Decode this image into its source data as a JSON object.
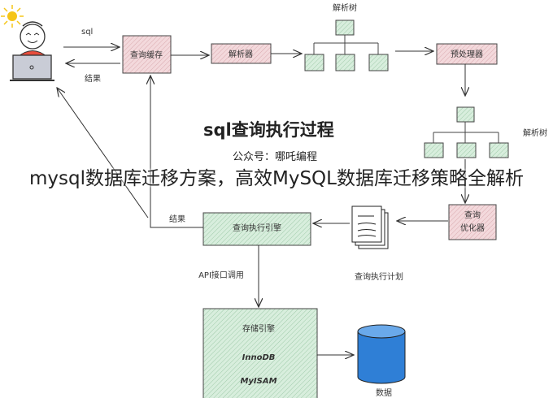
{
  "diagram": {
    "title": "sql查询执行过程",
    "subtitle": "公众号：哪吒编程",
    "labels": {
      "sql": "sql",
      "result_top": "结果",
      "result_mid": "结果",
      "parse_tree_1": "解析树",
      "parse_tree_2": "解析树",
      "exec_plan": "查询执行计划",
      "api_call": "API接口调用",
      "data": "数据"
    },
    "boxes": {
      "query_cache": "查询缓存",
      "parser": "解析器",
      "preprocessor": "预处理器",
      "optimizer_line1": "查询",
      "optimizer_line2": "优化器",
      "exec_engine": "查询执行引擎",
      "storage_engine": "存储引擎",
      "innodb": "InnoDB",
      "myisam": "MyISAM"
    },
    "colors": {
      "pink": "#f3d9dc",
      "green": "#d8eedd",
      "blue": "#2f7fd6"
    }
  },
  "overlay_caption": "mysql数据库迁移方案，高效MySQL数据库迁移策略全解析"
}
